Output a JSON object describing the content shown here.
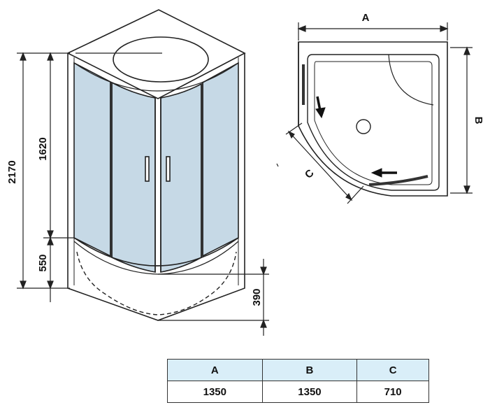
{
  "front_view": {
    "dim_total_height": "2170",
    "dim_cabin_height": "1620",
    "dim_tray_height": "550",
    "dim_tray_depth": "390"
  },
  "top_view": {
    "label_a": "A",
    "label_b": "B",
    "label_c": "C"
  },
  "spec_table": {
    "headers": [
      "A",
      "B",
      "C"
    ],
    "values": [
      "1350",
      "1350",
      "710"
    ]
  },
  "colors": {
    "glass": "#c6d9e6",
    "header_fill": "#d9eef8",
    "line": "#222222"
  }
}
